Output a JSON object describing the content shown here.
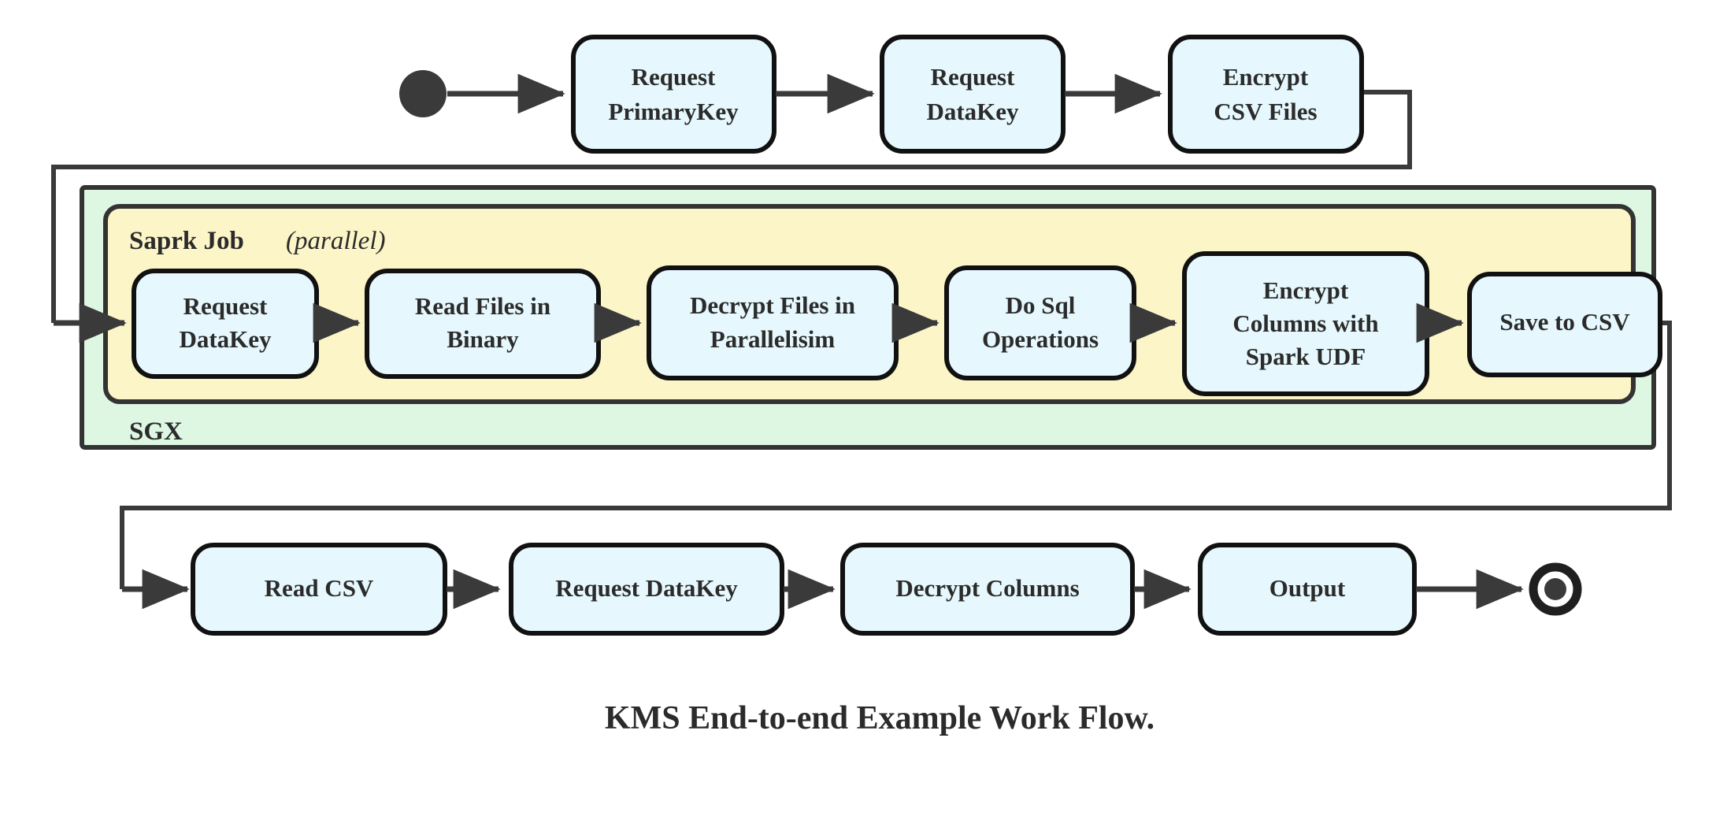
{
  "diagram": {
    "title": "KMS End-to-end Example Work Flow.",
    "type": "flowchart",
    "colors": {
      "node_fill": "#e6f8fd",
      "node_stroke": "#111111",
      "sgx_fill": "#ddf7e3",
      "spark_fill": "#fcf5c7",
      "edge": "#3a3a3a",
      "text": "#2b2b2b"
    },
    "markers": {
      "start": "start-node",
      "end": "end-node"
    },
    "containers": {
      "outer": {
        "label": "SGX",
        "name": "sgx-container"
      },
      "inner": {
        "label_bold": "Saprk Job",
        "label_italic": "(parallel)",
        "name": "spark-job-container"
      }
    },
    "rows": {
      "top": [
        {
          "id": "request-primarykey",
          "lines": [
            "Request",
            "PrimaryKey"
          ]
        },
        {
          "id": "request-datakey-top",
          "lines": [
            "Request",
            "DataKey"
          ]
        },
        {
          "id": "encrypt-csv-files",
          "lines": [
            "Encrypt",
            "CSV Files"
          ]
        }
      ],
      "middle": [
        {
          "id": "request-datakey-spark",
          "lines": [
            "Request",
            "DataKey"
          ]
        },
        {
          "id": "read-files-in-binary",
          "lines": [
            "Read Files in",
            "Binary"
          ]
        },
        {
          "id": "decrypt-files-in-parallelisim",
          "lines": [
            "Decrypt Files in",
            "Parallelisim"
          ]
        },
        {
          "id": "do-sql-operations",
          "lines": [
            "Do Sql",
            "Operations"
          ]
        },
        {
          "id": "encrypt-columns-with-spark-udf",
          "lines": [
            "Encrypt",
            "Columns with",
            "Spark UDF"
          ]
        },
        {
          "id": "save-to-csv",
          "lines": [
            "Save to CSV"
          ]
        }
      ],
      "bottom": [
        {
          "id": "read-csv",
          "lines": [
            "Read CSV"
          ]
        },
        {
          "id": "request-datakey-bottom",
          "lines": [
            "Request DataKey"
          ]
        },
        {
          "id": "decrypt-columns",
          "lines": [
            "Decrypt Columns"
          ]
        },
        {
          "id": "output",
          "lines": [
            "Output"
          ]
        }
      ]
    }
  }
}
